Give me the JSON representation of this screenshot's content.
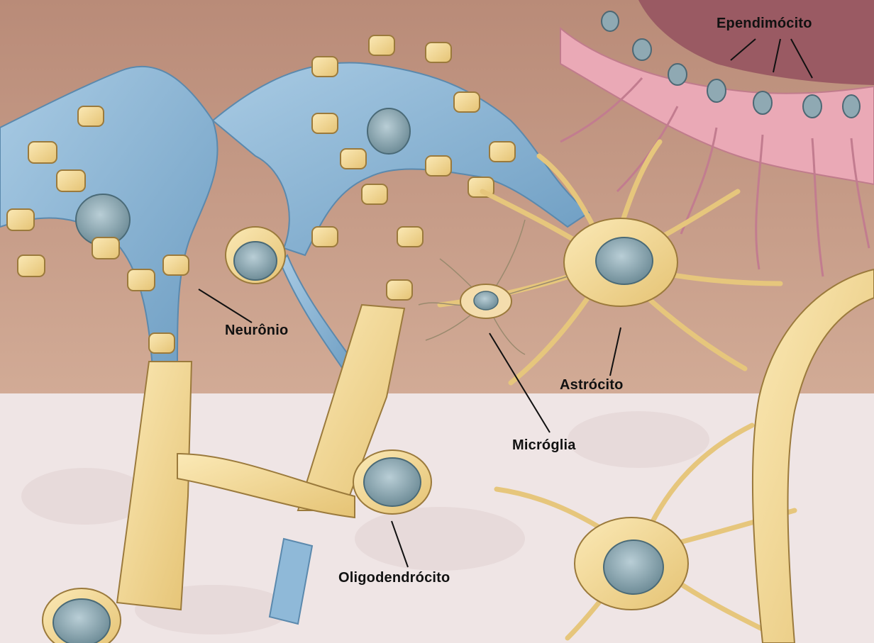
{
  "labels": {
    "ependimocito": "Ependimócito",
    "neuronio": "Neurônio",
    "astrocito": "Astrócito",
    "microglia": "Micróglia",
    "oligodendrocito": "Oligodendrócito"
  },
  "colors": {
    "background_upper": "#c79a83",
    "background_lower": "#efe6e6",
    "neuron_blue": "#8fb9d8",
    "glia_yellow": "#f1d68f",
    "glia_outline": "#9b7a3c",
    "ependymal_pink": "#e9a6b5",
    "ventricle": "#9a5a63",
    "nucleus": "#8fa9b3",
    "leader_line": "#111111"
  },
  "icons": [
    "neuron-cell",
    "astrocyte-cell",
    "microglia-cell",
    "oligodendrocyte-cell",
    "ependymal-cell-row",
    "myelinated-axon"
  ]
}
